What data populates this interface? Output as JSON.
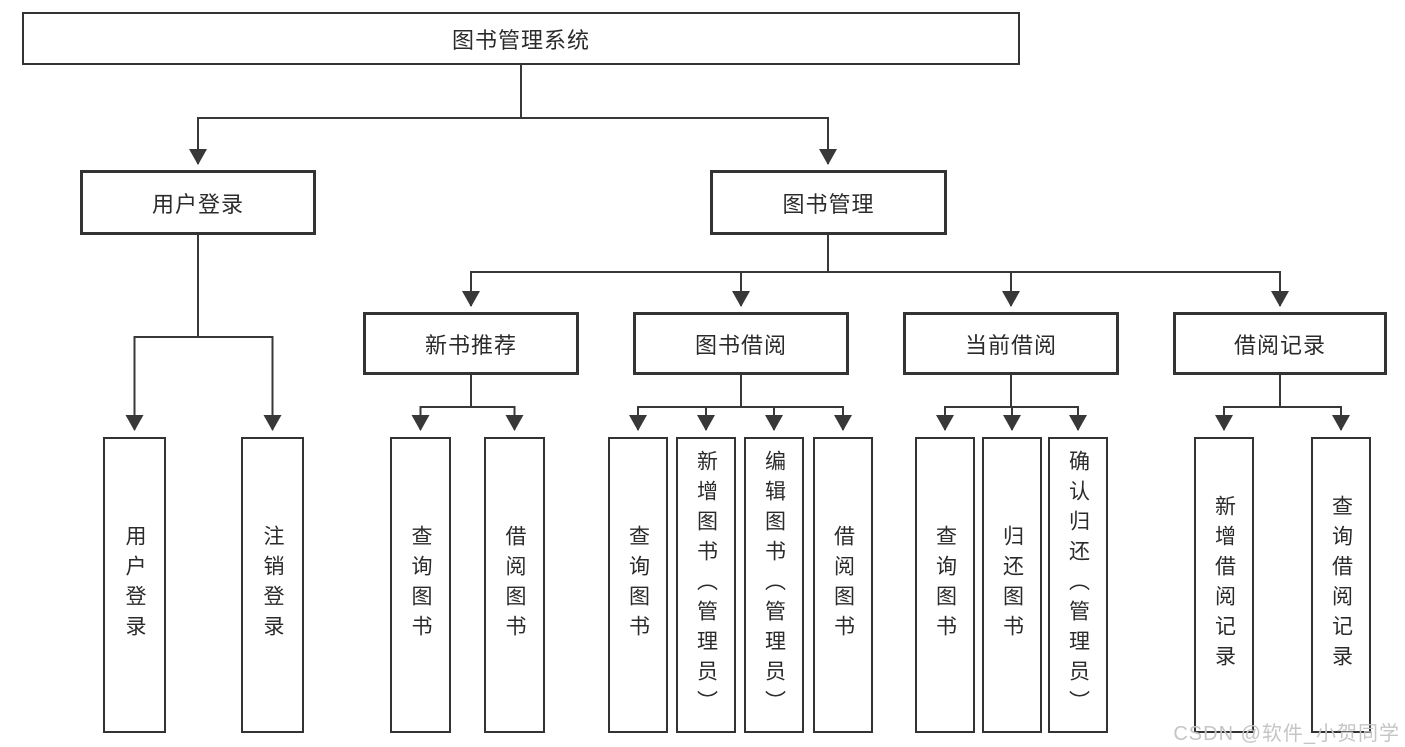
{
  "diagram": {
    "title_node": "图书管理系统",
    "tree": {
      "root": "图书管理系统",
      "branches": [
        {
          "label": "用户登录",
          "children": [
            "用户登录",
            "注销登录"
          ]
        },
        {
          "label": "图书管理",
          "groups": [
            {
              "label": "新书推荐",
              "children": [
                "查询图书",
                "借阅图书"
              ]
            },
            {
              "label": "图书借阅",
              "children": [
                "查询图书",
                "新增图书（管理员）",
                "编辑图书（管理员）",
                "借阅图书"
              ]
            },
            {
              "label": "当前借阅",
              "children": [
                "查询图书",
                "归还图书",
                "确认归还（管理员）"
              ]
            },
            {
              "label": "借阅记录",
              "children": [
                "新增借阅记录",
                "查询借阅记录"
              ]
            }
          ]
        }
      ]
    },
    "colors": {
      "line": "#383838",
      "box_border": "#333333",
      "text": "#2b2b2b",
      "watermark": "#c5c5c5",
      "background": "#ffffff"
    }
  },
  "watermark": {
    "text": "CSDN @软件_小贺同学"
  }
}
